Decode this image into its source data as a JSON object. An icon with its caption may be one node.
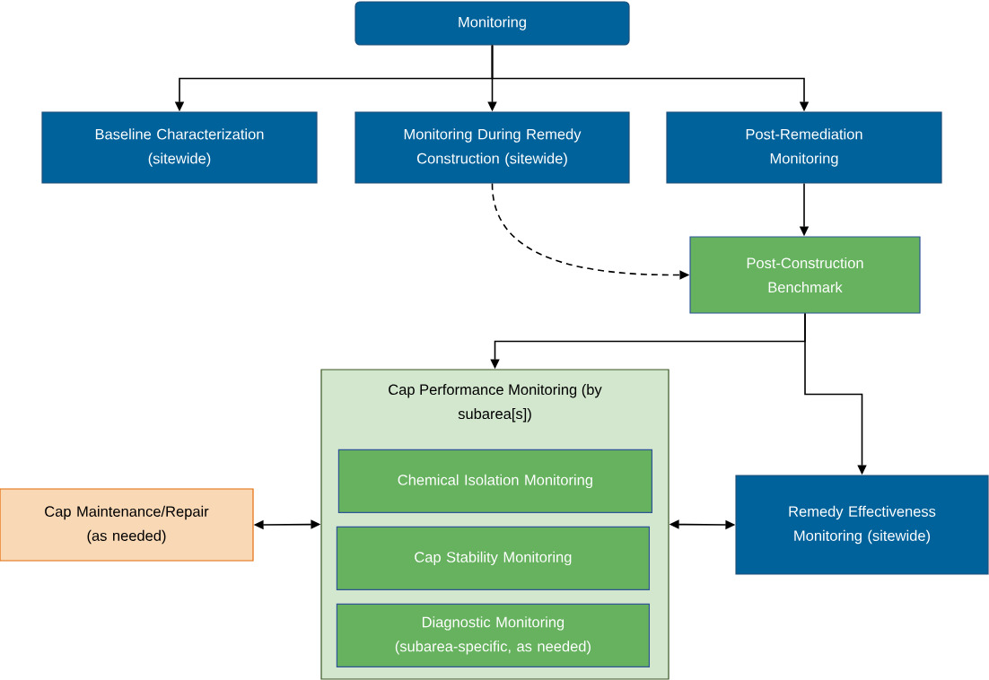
{
  "diagram": {
    "nodes": [
      {
        "text": [
          "Monitoring"
        ]
      },
      {
        "text": [
          "Baseline Characterization (sitewide)"
        ]
      },
      {
        "text": [
          "Monitoring During Remedy Construction (sitewide)"
        ]
      },
      {
        "text": [
          "Post-Remediation Monitoring"
        ]
      },
      {
        "text": [
          "Post-Construction Benchmark"
        ]
      },
      {
        "text": [
          "Cap Performance Monitoring (by subarea[s])"
        ]
      },
      {
        "text": [
          "Chemical Isolation Monitoring"
        ],
        "in": 5
      },
      {
        "text": [
          "Cap Stability Monitoring"
        ],
        "in": 5
      },
      {
        "text": [
          "Diagnostic Monitoring (subarea-specific, as needed)"
        ],
        "in": 5
      },
      {
        "text": [
          "Cap Maintenance/Repair (as needed)"
        ]
      },
      {
        "text": [
          "Remedy Effectiveness Monitoring (sitewide)"
        ]
      }
    ],
    "edges": [
      {
        "from": 0,
        "to": 1,
        "arrow": "to"
      },
      {
        "from": 0,
        "to": 2,
        "arrow": "to"
      },
      {
        "from": 0,
        "to": 3,
        "arrow": "to"
      },
      {
        "from": 2,
        "to": 4,
        "arrow": "to",
        "style": "dashed"
      },
      {
        "from": 3,
        "to": 4,
        "arrow": "to"
      },
      {
        "from": 4,
        "to": 5,
        "arrow": "to"
      },
      {
        "from": 4,
        "to": 10,
        "arrow": "to"
      },
      {
        "from": 9,
        "to": 5,
        "arrow": "both"
      },
      {
        "from": 5,
        "to": 10,
        "arrow": "both"
      }
    ]
  }
}
